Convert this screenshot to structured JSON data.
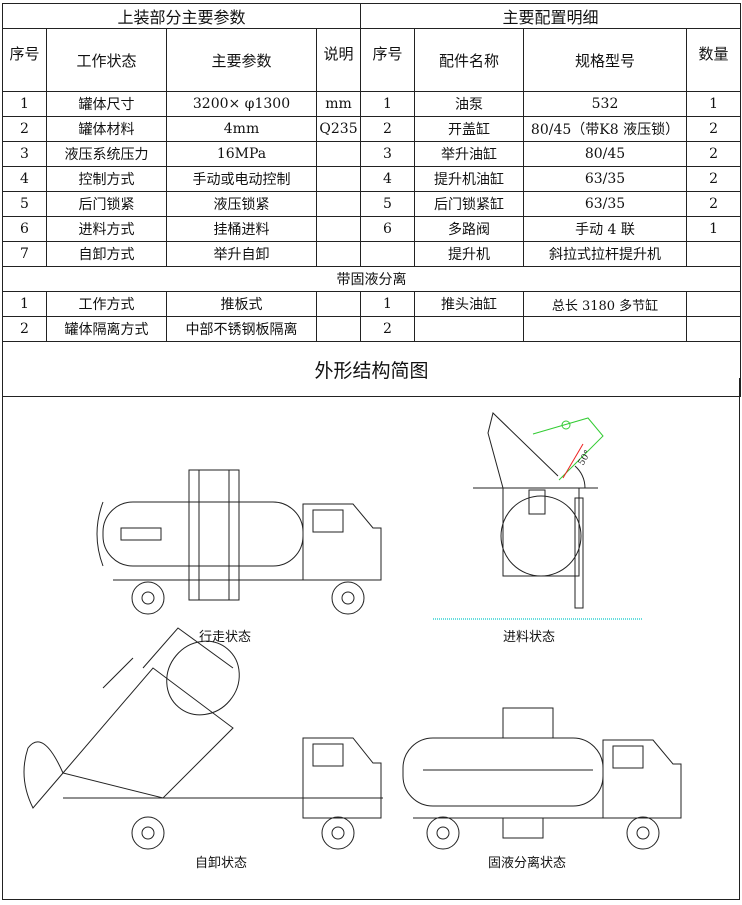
{
  "left_section_title": "上装部分主要参数",
  "right_section_title": "主要配置明细",
  "left_headers": [
    "序号",
    "工作状态",
    "主要参数",
    "说明"
  ],
  "right_headers": [
    "序号",
    "配件名称",
    "规格型号",
    "数量"
  ],
  "rows": [
    {
      "l": [
        "1",
        "罐体尺寸",
        "3200× φ1300",
        "mm"
      ],
      "r": [
        "1",
        "油泵",
        "532",
        "1"
      ]
    },
    {
      "l": [
        "2",
        "罐体材料",
        "4mm",
        "Q235"
      ],
      "r": [
        "2",
        "开盖缸",
        "80/45（带K8 液压锁）",
        "2"
      ]
    },
    {
      "l": [
        "3",
        "液压系统压力",
        "16MPa",
        ""
      ],
      "r": [
        "3",
        "举升油缸",
        "80/45",
        "2"
      ]
    },
    {
      "l": [
        "4",
        "控制方式",
        "手动或电动控制",
        ""
      ],
      "r": [
        "4",
        "提升机油缸",
        "63/35",
        "2"
      ]
    },
    {
      "l": [
        "5",
        "后门锁紧",
        "液压锁紧",
        ""
      ],
      "r": [
        "5",
        "后门锁紧缸",
        "63/35",
        "2"
      ]
    },
    {
      "l": [
        "6",
        "进料方式",
        "挂桶进料",
        ""
      ],
      "r": [
        "6",
        "多路阀",
        "手动 4 联",
        "1"
      ]
    },
    {
      "l": [
        "7",
        "自卸方式",
        "举升自卸",
        ""
      ],
      "r": [
        "",
        "提升机",
        "斜拉式拉杆提升机",
        ""
      ]
    }
  ],
  "separation_section_title": "带固液分离",
  "separation_rows": [
    {
      "l": [
        "1",
        "工作方式",
        "推板式",
        ""
      ],
      "r": [
        "1",
        "推头油缸",
        "总长 3180 多节缸",
        ""
      ]
    },
    {
      "l": [
        "2",
        "罐体隔离方式",
        "中部不锈钢板隔离",
        ""
      ],
      "r": [
        "2",
        "",
        "",
        ""
      ]
    }
  ],
  "drawing_title": "外形结构简图",
  "captions": {
    "driving": "行走状态",
    "feeding": "进料状态",
    "dumping": "自卸状态",
    "separation": "固液分离状态"
  },
  "feeding_angle_label": "50°",
  "colors": {
    "line": "#222222",
    "green": "#33cc33",
    "red": "#ee2222",
    "cyan": "#66dddd"
  }
}
